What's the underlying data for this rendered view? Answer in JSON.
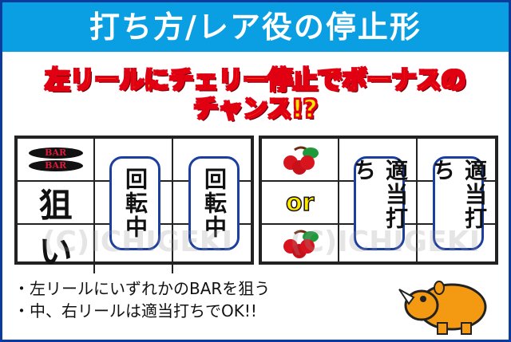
{
  "header": {
    "title": "打ち方/レア役の停止形"
  },
  "headline": {
    "line1": "左リールにチェリー停止でボーナスの",
    "line2": "チャンス!?"
  },
  "left_table": {
    "symbol_top": "BAR",
    "symbol_bottom": "BAR",
    "aim_label": "狙",
    "aim_label2": "い",
    "middle_reel": "回転中",
    "right_reel": "回転中"
  },
  "right_table": {
    "top_symbol": "cherry-icon",
    "or_label": "or",
    "bottom_symbol": "cherry-icon",
    "middle_reel": "適当打ち",
    "right_reel": "適当打ち"
  },
  "watermark": "(C)ICHIGEKI",
  "notes": [
    "・左リールにいずれかのBARを狙う",
    "・中、右リールは適当打ちでOK!!"
  ],
  "colors": {
    "header": "#0a9ee2",
    "border": "#0b3c9c",
    "headline": "#ffe800",
    "headline_outline": "#e00012",
    "pill_border": "#1c3e9e"
  }
}
